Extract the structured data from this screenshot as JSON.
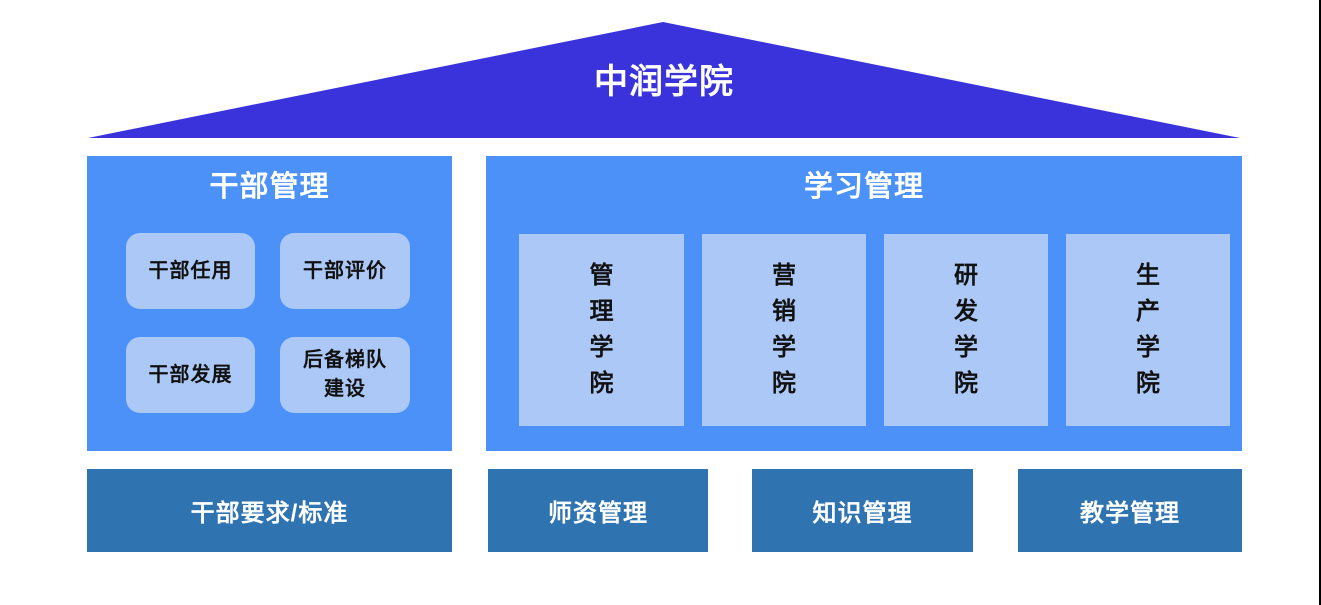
{
  "colors": {
    "roof": "#3A33DB",
    "panel": "#4C91F8",
    "tile": "#ACC8F6",
    "bar": "#2F74B1",
    "title_text": "#FFFFFF",
    "tile_text": "#111111"
  },
  "roof": {
    "title": "中润学院"
  },
  "cadre": {
    "title": "干部管理",
    "tiles": [
      {
        "label": "干部任用"
      },
      {
        "label": "干部评价"
      },
      {
        "label": "干部发展"
      },
      {
        "label": "后备梯队\n建设"
      }
    ],
    "footer": {
      "label": "干部要求/标准"
    }
  },
  "learning": {
    "title": "学习管理",
    "colleges": [
      {
        "label": "管\n理\n学\n院"
      },
      {
        "label": "营\n销\n学\n院"
      },
      {
        "label": "研\n发\n学\n院"
      },
      {
        "label": "生\n产\n学\n院"
      }
    ],
    "footers": [
      {
        "label": "师资管理"
      },
      {
        "label": "知识管理"
      },
      {
        "label": "教学管理"
      }
    ]
  }
}
